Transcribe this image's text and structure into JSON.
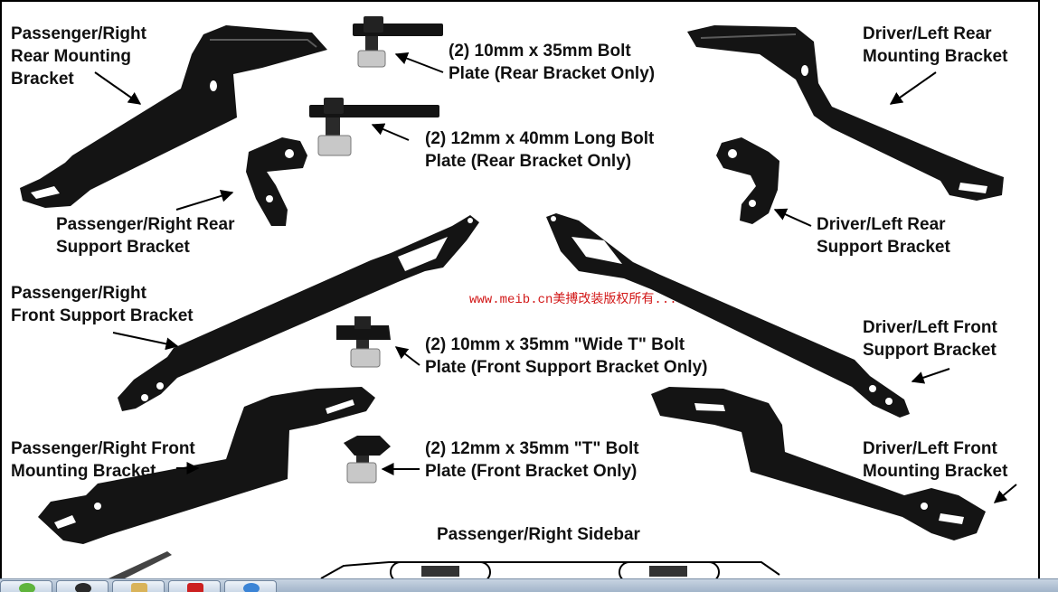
{
  "labels": {
    "p_rear_mount": "Passenger/Right\nRear Mounting\nBracket",
    "d_rear_mount": "Driver/Left Rear\nMounting Bracket",
    "bolt_10x35": "(2) 10mm x 35mm Bolt\nPlate (Rear Bracket Only)",
    "bolt_12x40": "(2) 12mm x 40mm Long Bolt\nPlate (Rear Bracket Only)",
    "p_rear_support": "Passenger/Right Rear\nSupport Bracket",
    "d_rear_support": "Driver/Left Rear\nSupport Bracket",
    "p_front_support": "Passenger/Right\nFront Support Bracket",
    "d_front_support": "Driver/Left Front\nSupport Bracket",
    "bolt_wide_t": "(2) 10mm x 35mm \"Wide T\" Bolt\nPlate (Front Support Bracket Only)",
    "p_front_mount": "Passenger/Right Front\nMounting Bracket",
    "d_front_mount": "Driver/Left Front\nMounting Bracket",
    "bolt_t": "(2) 12mm x 35mm \"T\" Bolt\nPlate (Front Bracket Only)",
    "sidebar": "Passenger/Right Sidebar"
  },
  "watermark": "www.meib.cn美搏改装版权所有...",
  "taskbar": {
    "items": [
      {
        "icon": "green-app-icon",
        "color": "#5fb43c"
      },
      {
        "icon": "black-app-icon",
        "color": "#2a2a2a"
      },
      {
        "icon": "folder-icon",
        "color": "#d9b35a"
      },
      {
        "icon": "red-app-icon",
        "color": "#cc2020"
      },
      {
        "icon": "browser-icon",
        "color": "#3b84d6"
      }
    ]
  },
  "colors": {
    "metal": "#141414",
    "highlight": "#5a5a5a",
    "watermark": "#d21818",
    "frame": "#000000"
  }
}
